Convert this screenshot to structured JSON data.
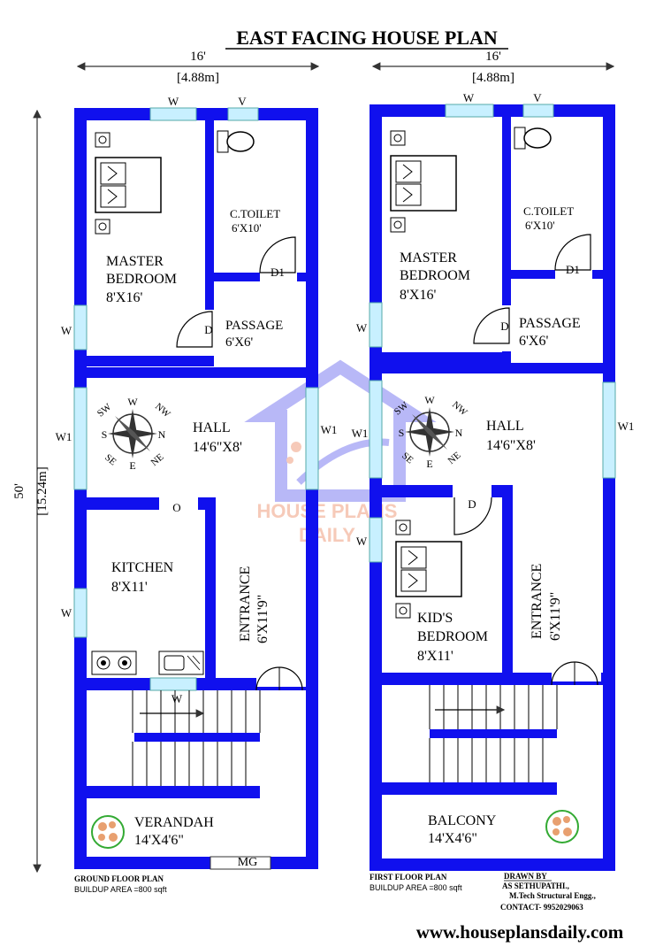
{
  "title": "EAST FACING HOUSE PLAN",
  "dims": {
    "width_ft": "16'",
    "width_m": "[4.88m]",
    "length_ft": "50'",
    "length_m": "[15.24m]"
  },
  "ground": {
    "master_name_1": "MASTER",
    "master_name_2": "BEDROOM",
    "master_size": "8'X16'",
    "toilet_name": "C.TOILET",
    "toilet_size": "6'X10'",
    "passage_name": "PASSAGE",
    "passage_size": "6'X6'",
    "hall_name": "HALL",
    "hall_size": "14'6\"X8'",
    "kitchen_name": "KITCHEN",
    "kitchen_size": "8'X11'",
    "entrance_name": "ENTRANCE",
    "entrance_size": "6'X11'9\"",
    "verandah_name": "VERANDAH",
    "verandah_size": "14'X4'6\"",
    "plan_title": "GROUND FLOOR PLAN",
    "area": "BUILDUP AREA =800 sqft",
    "labels": {
      "w": "W",
      "v": "V",
      "w1": "W1",
      "d": "D",
      "d1": "D1",
      "o": "O",
      "mg": "MG"
    }
  },
  "first": {
    "master_name_1": "MASTER",
    "master_name_2": "BEDROOM",
    "master_size": "8'X16'",
    "toilet_name": "C.TOILET",
    "toilet_size": "6'X10'",
    "passage_name": "PASSAGE",
    "passage_size": "6'X6'",
    "hall_name": "HALL",
    "hall_size": "14'6\"X8'",
    "kids_name_1": "KID'S",
    "kids_name_2": "BEDROOM",
    "kids_size": "8'X11'",
    "entrance_name": "ENTRANCE",
    "entrance_size": "6'X11'9\"",
    "balcony_name": "BALCONY",
    "balcony_size": "14'X4'6\"",
    "plan_title": "FIRST FLOOR PLAN",
    "area": "BUILDUP AREA =800 sqft",
    "labels": {
      "w": "W",
      "v": "V",
      "w1": "W1",
      "d": "D",
      "d1": "D1"
    }
  },
  "compass": {
    "n": "N",
    "s": "S",
    "e": "E",
    "w": "W",
    "ne": "NE",
    "nw": "NW",
    "se": "SE",
    "sw": "SW"
  },
  "credits": {
    "drawn_by": "DRAWN BY",
    "name": "AS SETHUPATHI.,",
    "degree": "M.Tech Structural Engg.,",
    "contact": "CONTACT- 9952029063"
  },
  "watermark": {
    "line1": "HOUSE PLANS",
    "line2": "DAILY"
  },
  "website": "www.houseplansdaily.com",
  "colors": {
    "wall": "#1010ee",
    "window": "#c8f0ff",
    "compass": "#8b1a1a",
    "watermark": "#7f7ff2"
  }
}
